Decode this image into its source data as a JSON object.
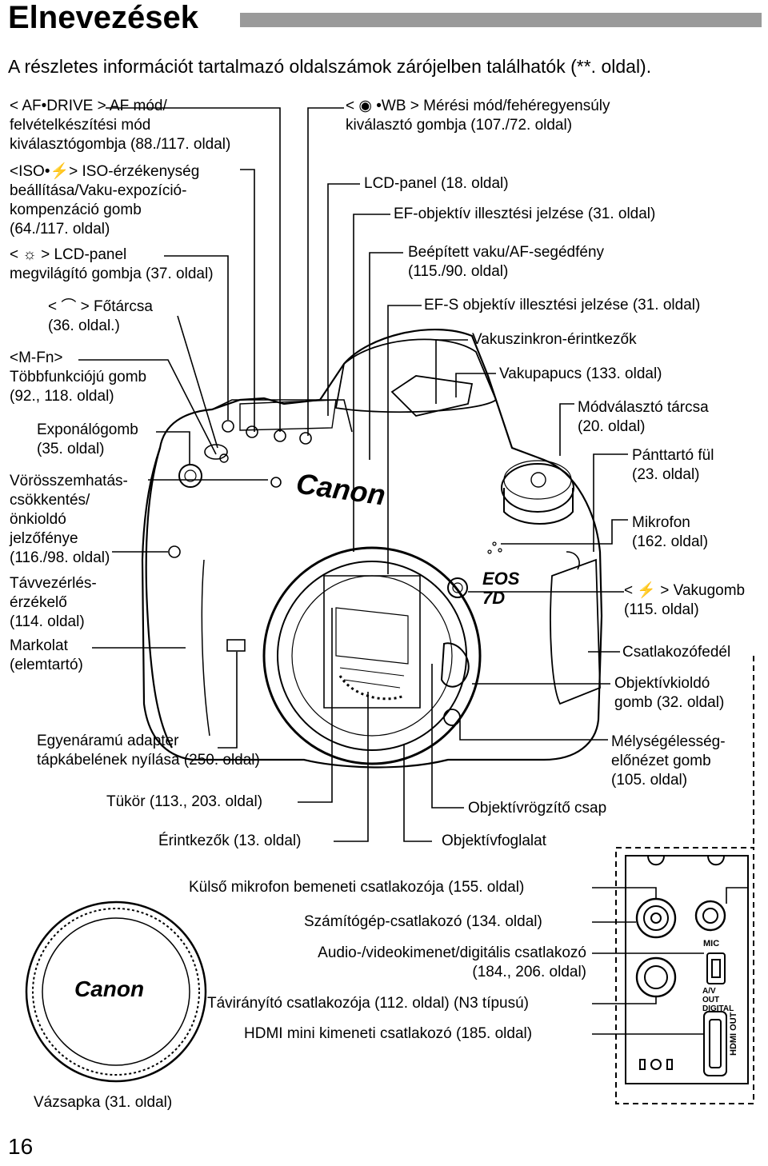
{
  "header": {
    "title": "Elnevezések",
    "subtitle": "A részletes információt tartalmazó oldalszámok zárójelben találhatók (**. oldal)."
  },
  "labels": {
    "af_drive": "< AF•DRIVE > AF mód/\nfelvételkészítési mód\nkiválasztógombja (88./117. oldal)",
    "iso_flash": "<ISO•⚡> ISO-érzékenység\nbeállítása/Vaku-expozíció-\nkompenzáció gomb\n(64./117. oldal)",
    "lcd_illum": "< ☼ > LCD-panel\nmegvilágító gombja (37. oldal)",
    "main_dial": "<  ⌒  > Főtárcsa\n(36. oldal.)",
    "mfn": "<M-Fn>\nTöbbfunkciójú gomb\n(92., 118. oldal)",
    "shutter": "Exponálógomb\n(35. oldal)",
    "redeye": "Vörösszemhatás-\ncsökkentés/\nönkioldó\njelzőfénye\n(116./98. oldal)",
    "remote_sensor": "Távvezérlés-\nérzékelő\n(114. oldal)",
    "grip": "Markolat\n(elemtartó)",
    "metering_wb": "< ◉ •WB > Mérési mód/fehéregyensúly\nkiválasztó gombja (107./72. oldal)",
    "lcd_panel": "LCD-panel (18. oldal)",
    "ef_mark": "EF-objektív illesztési jelzése (31. oldal)",
    "flash_af": "Beépített vaku/AF-segédfény\n(115./90. oldal)",
    "efs_mark": "EF-S objektív illesztési jelzése (31. oldal)",
    "flash_sync": "Vakuszinkron-érintkezők",
    "hotshoe": "Vakupapucs (133. oldal)",
    "mode_dial": "Módválasztó tárcsa\n(20. oldal)",
    "strap": "Pánttartó fül\n(23. oldal)",
    "microphone": "Mikrofon\n(162. oldal)",
    "flash_button": "< ⚡ > Vakugomb\n(115. oldal)",
    "terminal_cover": "Csatlakozófedél",
    "lens_release": "Objektívkioldó\ngomb (32. oldal)",
    "dof_preview": "Mélységélesség-\nelőnézet gomb\n(105. oldal)",
    "dc_coupler": "Egyenáramú adapter\ntápkábelének nyílása (250. oldal)",
    "mirror": "Tükör (113., 203. oldal)",
    "lock_pin": "Objektívrögzítő csap",
    "contacts": "Érintkezők (13. oldal)",
    "lens_mount": "Objektívfoglalat",
    "ext_mic": "Külső mikrofon bemeneti csatlakozója (155. oldal)",
    "pc_terminal": "Számítógép-csatlakozó (134. oldal)",
    "av_out": "Audio-/videokimenet/digitális csatlakozó\n(184., 206. oldal)",
    "remote_terminal": "Távirányító csatlakozója (112. oldal) (N3 típusú)",
    "hdmi": "HDMI mini kimeneti csatlakozó (185. oldal)",
    "body_cap": "Vázsapka (31. oldal)"
  },
  "camera": {
    "brand": "Canon",
    "model": "EOS 7D"
  },
  "ports": {
    "mic": "MIC",
    "av_out": "A/V OUT DIGITAL",
    "hdmi": "HDMI OUT"
  },
  "page_number": "16"
}
